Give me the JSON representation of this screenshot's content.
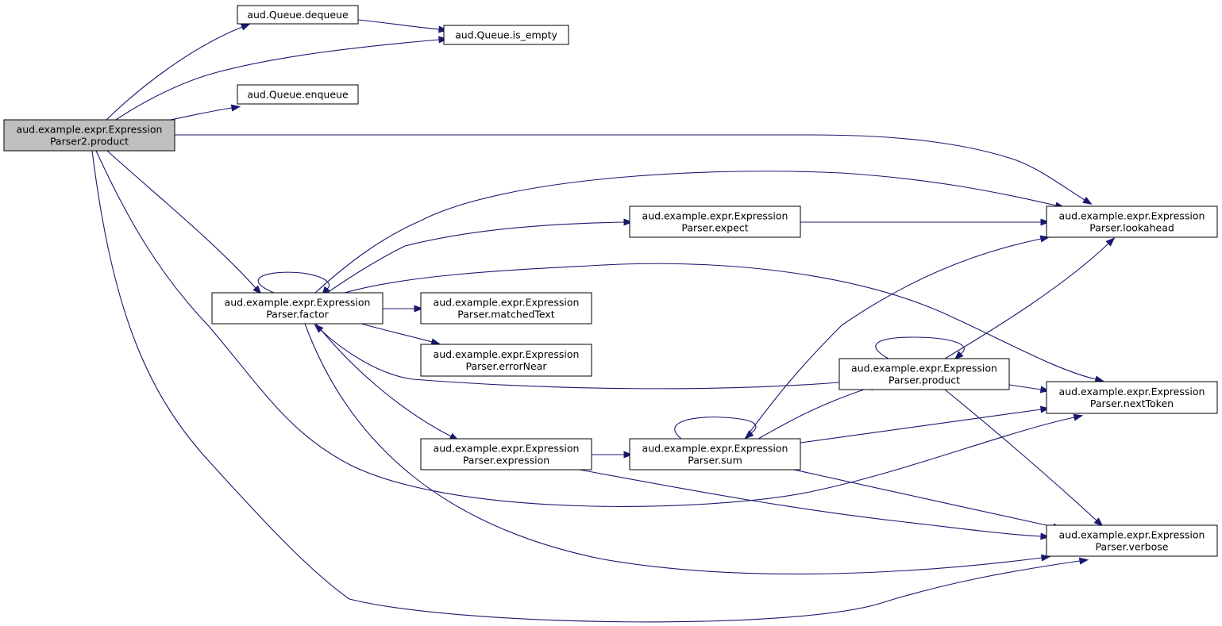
{
  "graph": {
    "nodes": [
      {
        "id": "root",
        "lines": [
          "aud.example.expr.Expression",
          "Parser2.product"
        ],
        "highlighted": true
      },
      {
        "id": "dequeue",
        "lines": [
          "aud.Queue.dequeue"
        ]
      },
      {
        "id": "is_empty",
        "lines": [
          "aud.Queue.is_empty"
        ]
      },
      {
        "id": "enqueue",
        "lines": [
          "aud.Queue.enqueue"
        ]
      },
      {
        "id": "lookahead",
        "lines": [
          "aud.example.expr.Expression",
          "Parser.lookahead"
        ]
      },
      {
        "id": "expect",
        "lines": [
          "aud.example.expr.Expression",
          "Parser.expect"
        ]
      },
      {
        "id": "factor",
        "lines": [
          "aud.example.expr.Expression",
          "Parser.factor"
        ]
      },
      {
        "id": "matchedText",
        "lines": [
          "aud.example.expr.Expression",
          "Parser.matchedText"
        ]
      },
      {
        "id": "errorNear",
        "lines": [
          "aud.example.expr.Expression",
          "Parser.errorNear"
        ]
      },
      {
        "id": "product",
        "lines": [
          "aud.example.expr.Expression",
          "Parser.product"
        ]
      },
      {
        "id": "nextToken",
        "lines": [
          "aud.example.expr.Expression",
          "Parser.nextToken"
        ]
      },
      {
        "id": "expression",
        "lines": [
          "aud.example.expr.Expression",
          "Parser.expression"
        ]
      },
      {
        "id": "sum",
        "lines": [
          "aud.example.expr.Expression",
          "Parser.sum"
        ]
      },
      {
        "id": "verbose",
        "lines": [
          "aud.example.expr.Expression",
          "Parser.verbose"
        ]
      }
    ],
    "edges": [
      {
        "from": "root",
        "to": "dequeue"
      },
      {
        "from": "root",
        "to": "is_empty"
      },
      {
        "from": "root",
        "to": "enqueue"
      },
      {
        "from": "root",
        "to": "lookahead"
      },
      {
        "from": "root",
        "to": "factor"
      },
      {
        "from": "root",
        "to": "nextToken"
      },
      {
        "from": "root",
        "to": "verbose"
      },
      {
        "from": "dequeue",
        "to": "is_empty"
      },
      {
        "from": "factor",
        "to": "lookahead"
      },
      {
        "from": "factor",
        "to": "expect"
      },
      {
        "from": "factor",
        "to": "factor"
      },
      {
        "from": "factor",
        "to": "matchedText"
      },
      {
        "from": "factor",
        "to": "errorNear"
      },
      {
        "from": "factor",
        "to": "nextToken"
      },
      {
        "from": "factor",
        "to": "expression"
      },
      {
        "from": "factor",
        "to": "verbose"
      },
      {
        "from": "expect",
        "to": "lookahead"
      },
      {
        "from": "product",
        "to": "factor"
      },
      {
        "from": "product",
        "to": "product"
      },
      {
        "from": "product",
        "to": "lookahead"
      },
      {
        "from": "product",
        "to": "nextToken"
      },
      {
        "from": "product",
        "to": "verbose"
      },
      {
        "from": "expression",
        "to": "sum"
      },
      {
        "from": "expression",
        "to": "verbose"
      },
      {
        "from": "sum",
        "to": "sum"
      },
      {
        "from": "sum",
        "to": "lookahead"
      },
      {
        "from": "sum",
        "to": "product"
      },
      {
        "from": "sum",
        "to": "nextToken"
      },
      {
        "from": "sum",
        "to": "verbose"
      }
    ],
    "colors": {
      "edge": "#191970",
      "node_border": "#000000",
      "node_fill": "#ffffff",
      "highlight_fill": "#bfbfbf"
    }
  }
}
